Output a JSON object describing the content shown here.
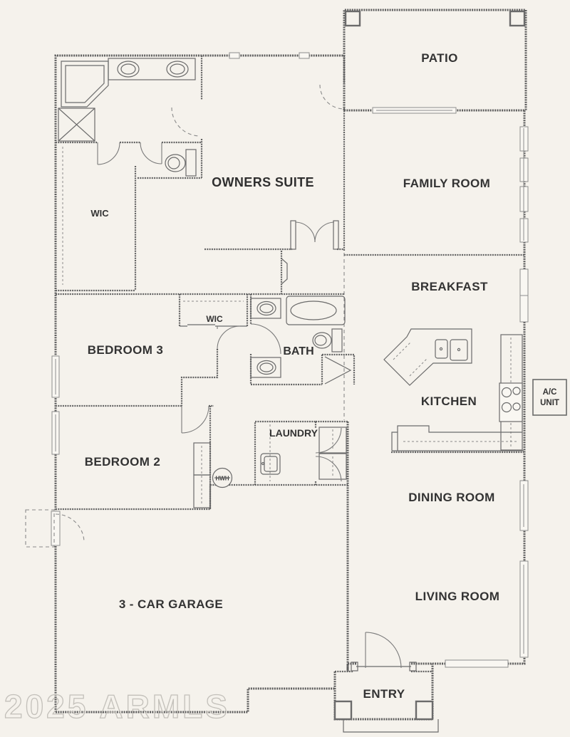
{
  "page": {
    "background": "#f5f2ec",
    "wall_color": "#5e5e5e",
    "label_color": "#333333",
    "watermark_color": "#c3c0ba"
  },
  "rooms": {
    "patio": "PATIO",
    "owners_suite": "OWNERS SUITE",
    "family_room": "FAMILY ROOM",
    "breakfast": "BREAKFAST",
    "kitchen": "KITCHEN",
    "dining_room": "DINING ROOM",
    "living_room": "LIVING ROOM",
    "entry": "ENTRY",
    "bedroom3": "BEDROOM 3",
    "bedroom2": "BEDROOM 2",
    "bath": "BATH",
    "laundry": "LAUNDRY",
    "garage": "3 - CAR GARAGE",
    "wic_master": "WIC",
    "wic_hall": "WIC"
  },
  "equipment": {
    "hwh": "HWH",
    "ac_line1": "A/C",
    "ac_line2": "UNIT"
  },
  "watermark": "2025 ARMLS"
}
